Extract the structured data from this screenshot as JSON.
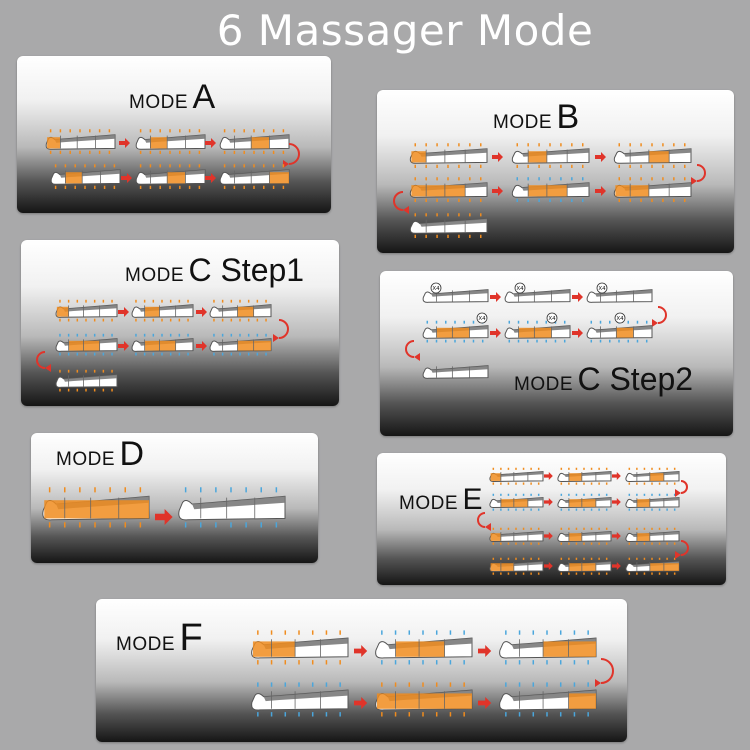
{
  "title": "6  Massager Mode",
  "colors": {
    "background": "#a9a9aa",
    "pressure": "#f08c1e",
    "release": "#4aa6dc",
    "flow_arrow": "#e0342a",
    "sleeve": "#7a7a7a"
  },
  "modes": [
    {
      "word": "MODE",
      "letter": "A",
      "icons": [
        "leg-icon",
        "arrow-icon",
        "loop-arrow-icon"
      ]
    },
    {
      "word": "MODE",
      "letter": "B",
      "icons": [
        "leg-icon",
        "arrow-icon",
        "loop-arrow-icon"
      ]
    },
    {
      "word": "MODE",
      "letter": "C Step1",
      "icons": [
        "leg-icon",
        "arrow-icon",
        "loop-arrow-icon"
      ]
    },
    {
      "word": "MODE",
      "letter": "C Step2",
      "icons": [
        "leg-icon",
        "arrow-icon",
        "loop-arrow-icon"
      ],
      "badge": "X4"
    },
    {
      "word": "MODE",
      "letter": "D",
      "icons": [
        "leg-icon",
        "arrow-icon"
      ]
    },
    {
      "word": "MODE",
      "letter": "E",
      "icons": [
        "leg-icon",
        "arrow-icon",
        "loop-arrow-icon"
      ]
    },
    {
      "word": "MODE",
      "letter": "F",
      "icons": [
        "leg-icon",
        "arrow-icon",
        "loop-arrow-icon"
      ]
    }
  ]
}
